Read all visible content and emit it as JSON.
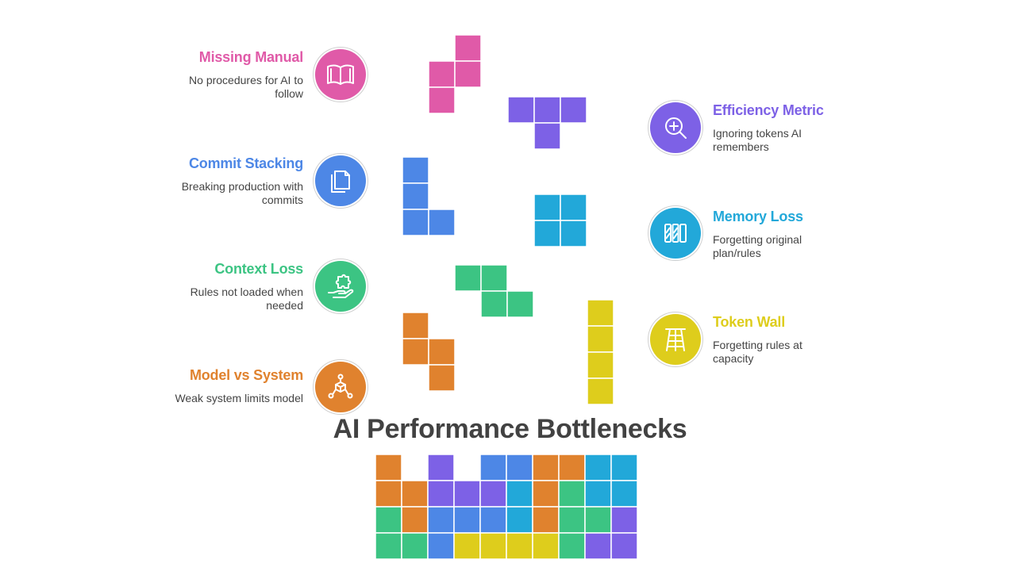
{
  "title": "AI Performance Bottlenecks",
  "colors": {
    "pink": "#e05aa8",
    "purple": "#7d61e6",
    "blue": "#4d87e6",
    "cyan": "#22a8d9",
    "green": "#3cc483",
    "orange": "#e0822e",
    "yellow": "#decd1c",
    "title": "#424242"
  },
  "items": [
    {
      "name": "missing-manual",
      "title": "Missing Manual",
      "desc_line1": "No procedures for AI to",
      "desc_line2": "follow",
      "color": "#e05aa8",
      "icon": "book-icon",
      "side": "left"
    },
    {
      "name": "commit-stacking",
      "title": "Commit Stacking",
      "desc_line1": "Breaking production with",
      "desc_line2": "commits",
      "color": "#4d87e6",
      "icon": "documents-icon",
      "side": "left"
    },
    {
      "name": "context-loss",
      "title": "Context Loss",
      "desc_line1": "Rules not loaded when",
      "desc_line2": "needed",
      "color": "#3cc483",
      "icon": "puzzle-hand-icon",
      "side": "left"
    },
    {
      "name": "model-vs-system",
      "title": "Model vs System",
      "desc_line1": "Weak system limits model",
      "desc_line2": "",
      "color": "#e0822e",
      "icon": "network-cube-icon",
      "side": "left"
    },
    {
      "name": "efficiency-metric",
      "title": "Efficiency Metric",
      "desc_line1": "Ignoring tokens AI",
      "desc_line2": "remembers",
      "color": "#7d61e6",
      "icon": "zoom-in-icon",
      "side": "right"
    },
    {
      "name": "memory-loss",
      "title": "Memory Loss",
      "desc_line1": "Forgetting original",
      "desc_line2": "plan/rules",
      "color": "#22a8d9",
      "icon": "columns-icon",
      "side": "right"
    },
    {
      "name": "token-wall",
      "title": "Token Wall",
      "desc_line1": "Forgetting rules at",
      "desc_line2": "capacity",
      "color": "#decd1c",
      "icon": "ladder-icon",
      "side": "right"
    }
  ]
}
